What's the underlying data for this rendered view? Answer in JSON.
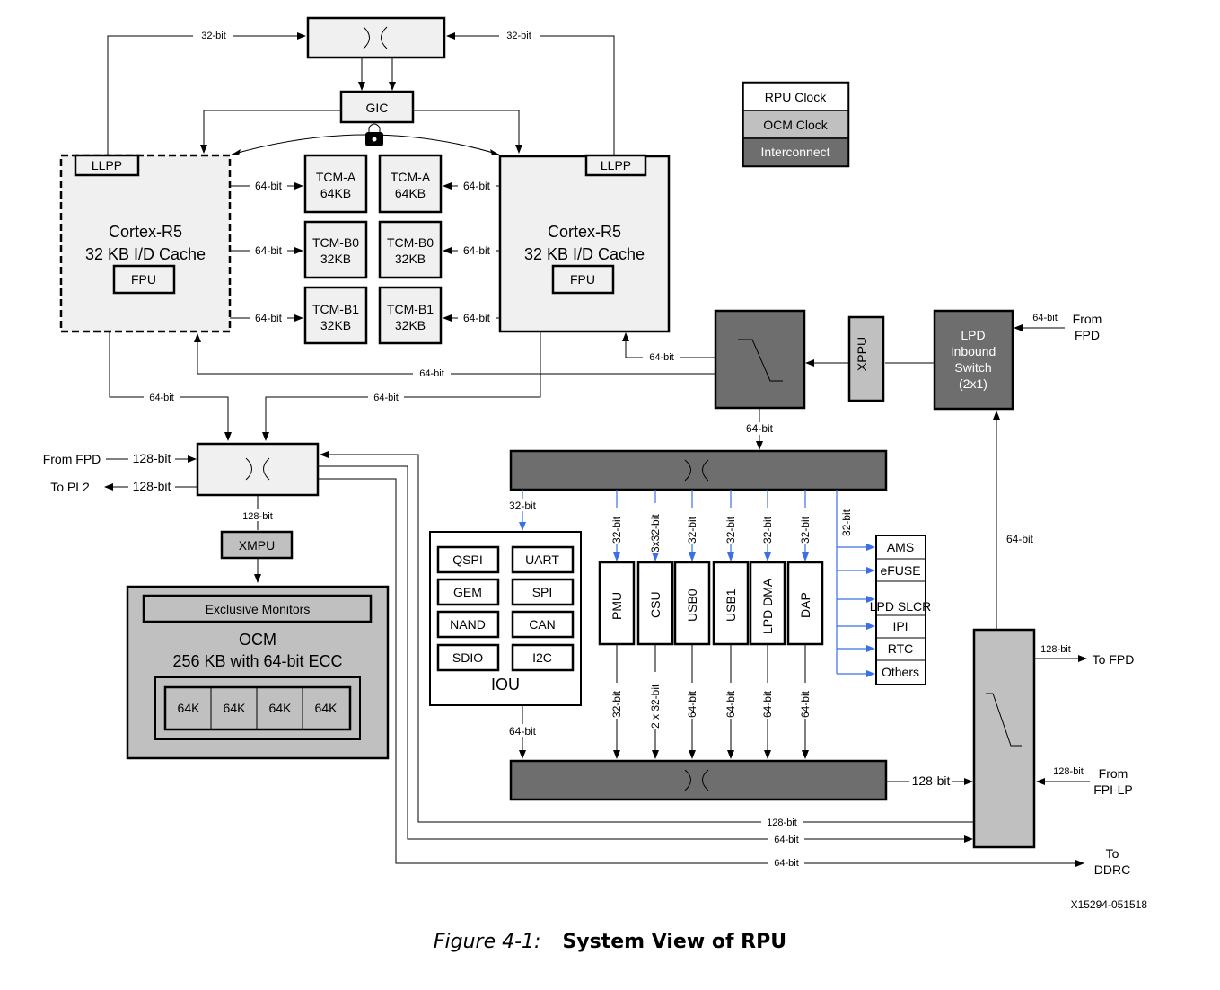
{
  "legend": {
    "rpu_clock": "RPU Clock",
    "ocm_clock": "OCM Clock",
    "interconnect": "Interconnect"
  },
  "rpu": {
    "llpp": "LLPP",
    "core_name": "Cortex-R5",
    "core_cache": "32 KB I/D Cache",
    "fpu": "FPU",
    "gic": "GIC"
  },
  "tcm": {
    "a_name": "TCM-A",
    "a_size": "64KB",
    "b0_name": "TCM-B0",
    "b0_size": "32KB",
    "b1_name": "TCM-B1",
    "b1_size": "32KB"
  },
  "widths": {
    "w32": "32-bit",
    "w64": "64-bit",
    "w128": "128-bit",
    "w3x32": "3x32-bit",
    "w2x32": "2 x 32-bit"
  },
  "ocm": {
    "from_fpd": "From FPD",
    "to_pl2": "To PL2",
    "xmpu": "XMPU",
    "exclusive_monitors": "Exclusive Monitors",
    "title": "OCM",
    "subtitle": "256 KB with 64-bit ECC",
    "banks": [
      "64K",
      "64K",
      "64K",
      "64K"
    ]
  },
  "iou": {
    "title": "IOU",
    "items": [
      "QSPI",
      "UART",
      "GEM",
      "SPI",
      "NAND",
      "CAN",
      "SDIO",
      "I2C"
    ]
  },
  "peripherals": [
    "PMU",
    "CSU",
    "USB0",
    "USB1",
    "LPD DMA",
    "DAP"
  ],
  "small_peripherals": [
    "AMS",
    "eFUSE",
    "LPD SLCR",
    "IPI",
    "RTC",
    "Others"
  ],
  "lpd": {
    "xppu": "XPPU",
    "inbound_switch": [
      "LPD",
      "Inbound",
      "Switch",
      "(2x1)"
    ],
    "from_fpd": [
      "From",
      "FPD"
    ],
    "to_fpd": "To FPD",
    "from_fpi_lp": [
      "From",
      "FPI-LP"
    ],
    "to_ddrc": [
      "To",
      "DDRC"
    ]
  },
  "figure_id": "X15294-051518",
  "caption": {
    "figure": "Figure 4-1:",
    "title": "System View of RPU"
  }
}
